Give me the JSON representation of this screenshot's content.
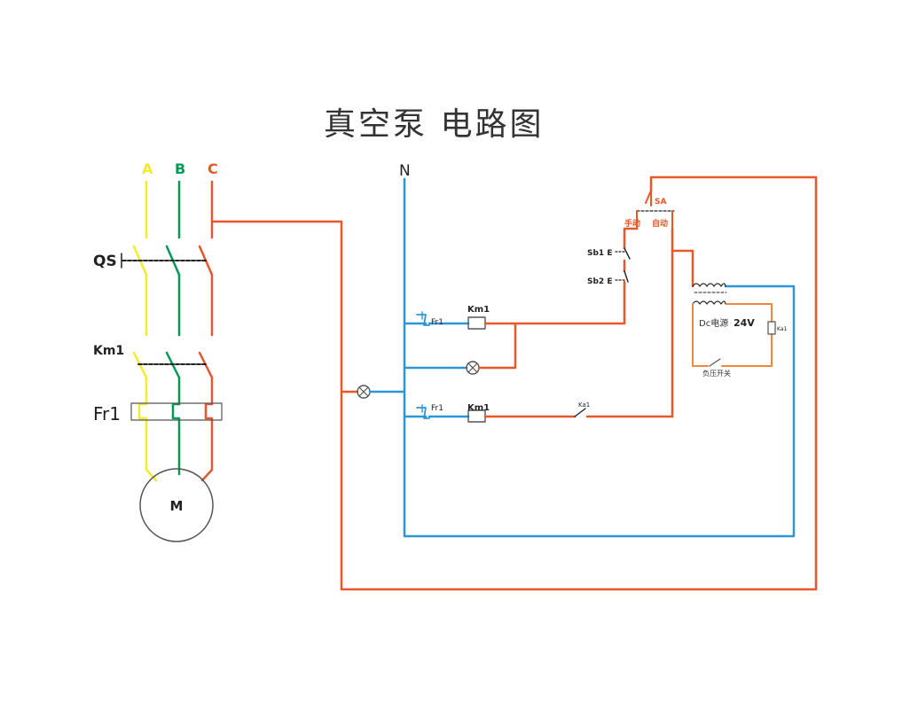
{
  "title": "真空泵 电路图",
  "phases": {
    "a": "A",
    "b": "B",
    "c": "C",
    "n": "N"
  },
  "components": {
    "qs": "QS",
    "km1_main": "Km1",
    "fr1_main": "Fr1",
    "motor": "M",
    "fr1_ctrl_1": "Fr1",
    "km1_coil_1": "Km1",
    "fr1_ctrl_2": "Fr1",
    "km1_coil_2": "Km1",
    "ka1_contact": "Ka1",
    "sa": "SA",
    "manual": "手动",
    "auto": "自动",
    "sb1": "Sb1 E",
    "sb2": "Sb2 E",
    "dc_power": "Dc电源",
    "dc_voltage": "24V",
    "ka1_relay": "Ka1",
    "vacuum_switch": "负压开关"
  },
  "colors": {
    "phase_a": "#f4ec2a",
    "phase_b": "#009a56",
    "phase_c": "#e8562a",
    "neutral": "#2b96d8",
    "dc_loop": "#f0883a"
  }
}
